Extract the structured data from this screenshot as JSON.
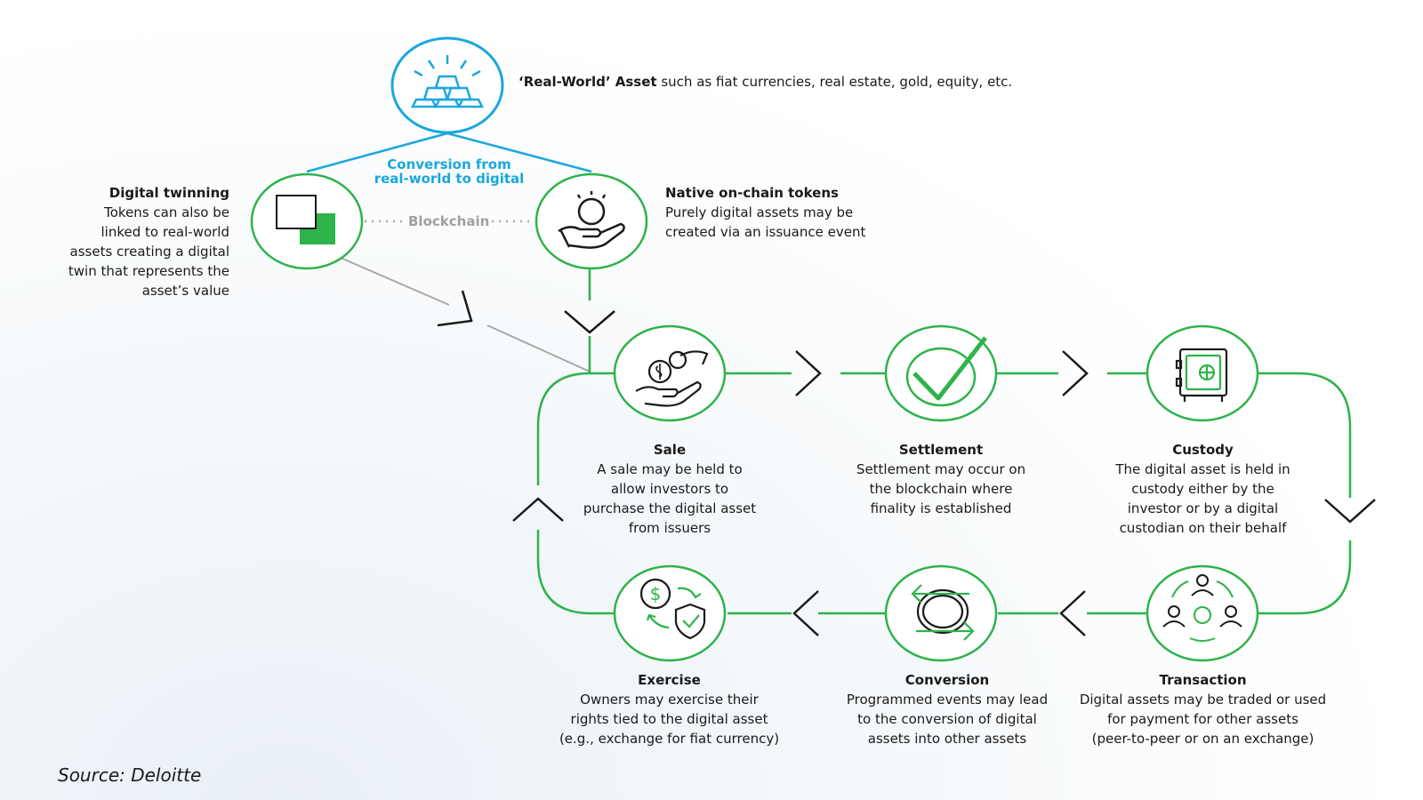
{
  "colors": {
    "green": "#2db34a",
    "blue": "#1aa7dd",
    "gray": "#a8a8a8",
    "dark": "#1a1a1a"
  },
  "real_world": {
    "title": "‘Real-World’ Asset",
    "desc": "such as fiat currencies, real estate, gold, equity, etc.",
    "icon": "gold-bars-icon"
  },
  "conversion_label": {
    "line1": "Conversion from",
    "line2": "real-world to digital"
  },
  "blockchain_label": "Blockchain",
  "digital_twinning": {
    "title": "Digital twinning",
    "lines": [
      "Tokens can also be",
      "linked to real-world",
      "assets creating a digital",
      "twin that represents the",
      "asset’s value"
    ],
    "icon": "twin-squares-icon"
  },
  "native_tokens": {
    "title": "Native on-chain tokens",
    "lines": [
      "Purely digital assets may be",
      "created via an issuance event"
    ],
    "icon": "hand-coin-icon"
  },
  "sale": {
    "title": "Sale",
    "lines": [
      "A sale may be held to",
      "allow investors to",
      "purchase the digital asset",
      "from issuers"
    ],
    "icon": "hand-dollar-icon"
  },
  "settlement": {
    "title": "Settlement",
    "lines": [
      "Settlement may occur on",
      "the blockchain where",
      "finality is established"
    ],
    "icon": "checkmark-icon"
  },
  "custody": {
    "title": "Custody",
    "lines": [
      "The digital asset is held in",
      "custody either by the",
      "investor or by a digital",
      "custodian on their behalf"
    ],
    "icon": "safe-icon"
  },
  "exercise": {
    "title": "Exercise",
    "lines": [
      "Owners may exercise their",
      "rights tied to the digital asset",
      "(e.g., exchange for fiat currency)"
    ],
    "icon": "dollar-shield-icon"
  },
  "conversion": {
    "title": "Conversion",
    "lines": [
      "Programmed events may lead",
      "to the conversion of digital",
      "assets into other assets"
    ],
    "icon": "conversion-arrows-icon"
  },
  "transaction": {
    "title": "Transaction",
    "lines": [
      "Digital assets may be traded or used",
      "for payment for other assets",
      "(peer-to-peer or on an exchange)"
    ],
    "icon": "people-network-icon"
  },
  "source": "Source: Deloitte"
}
